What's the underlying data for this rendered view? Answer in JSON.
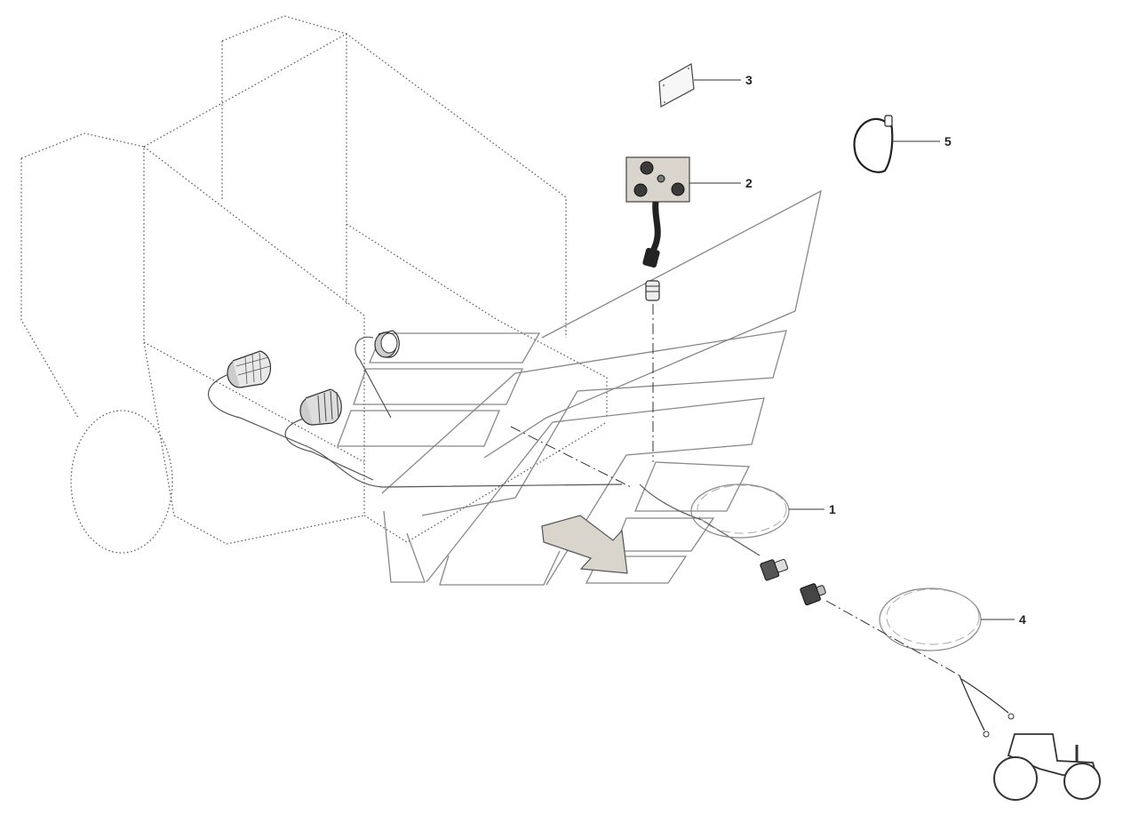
{
  "diagram": {
    "callouts": [
      {
        "id": "1",
        "label": "1"
      },
      {
        "id": "2",
        "label": "2"
      },
      {
        "id": "3",
        "label": "3"
      },
      {
        "id": "4",
        "label": "4"
      },
      {
        "id": "5",
        "label": "5"
      }
    ],
    "colors": {
      "outline": "#666666",
      "part_fill": "#d9d4cc",
      "cable": "#333333"
    }
  }
}
